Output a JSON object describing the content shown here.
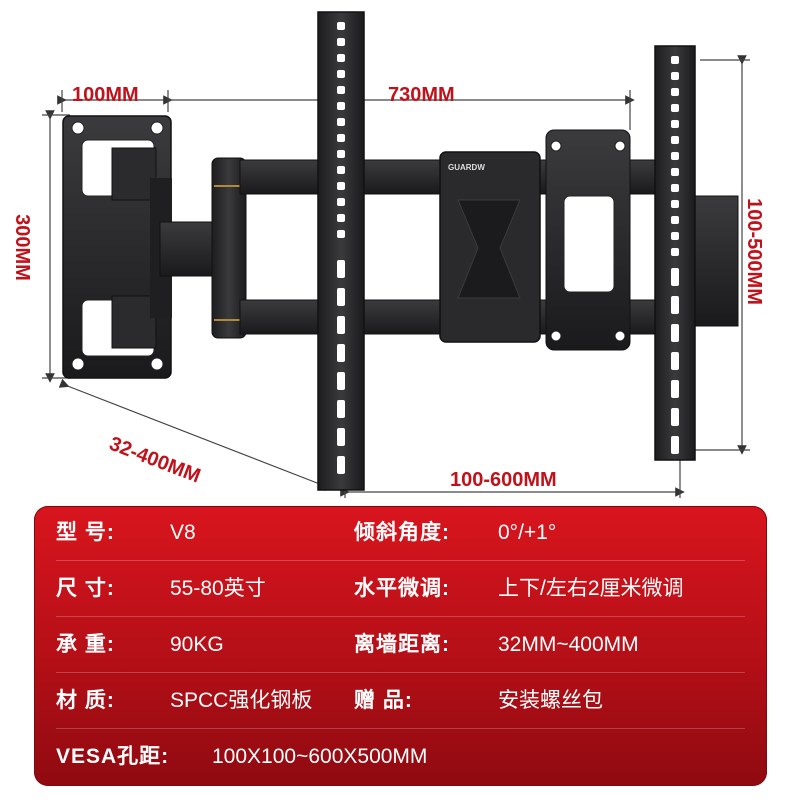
{
  "dimensions": {
    "wall_plate_width": "100MM",
    "arm_span": "730MM",
    "wall_plate_height": "300MM",
    "extension": "32-400MM",
    "vesa_horizontal": "100-600MM",
    "vesa_vertical": "100-500MM"
  },
  "product": {
    "logo_text": "GUARDW"
  },
  "specs": {
    "rows": [
      {
        "left_label": "型  号:",
        "left_value": "V8",
        "right_label": "倾斜角度:",
        "right_value": "0°/+1°"
      },
      {
        "left_label": "尺  寸:",
        "left_value": "55-80英寸",
        "right_label": "水平微调:",
        "right_value": "上下/左右2厘米微调"
      },
      {
        "left_label": "承  重:",
        "left_value": "90KG",
        "right_label": "离墙距离:",
        "right_value": "32MM~400MM"
      },
      {
        "left_label": "材  质:",
        "left_value": "SPCC强化钢板",
        "right_label": "赠      品:",
        "right_value": "安装螺丝包"
      }
    ],
    "vesa": {
      "label": "VESA孔距:",
      "value": "100X100~600X500MM"
    }
  },
  "colors": {
    "dimension": "#c0121a",
    "table_bg": "#c8121b",
    "table_text": "#ffffff",
    "metal": "#2a2a2c"
  }
}
